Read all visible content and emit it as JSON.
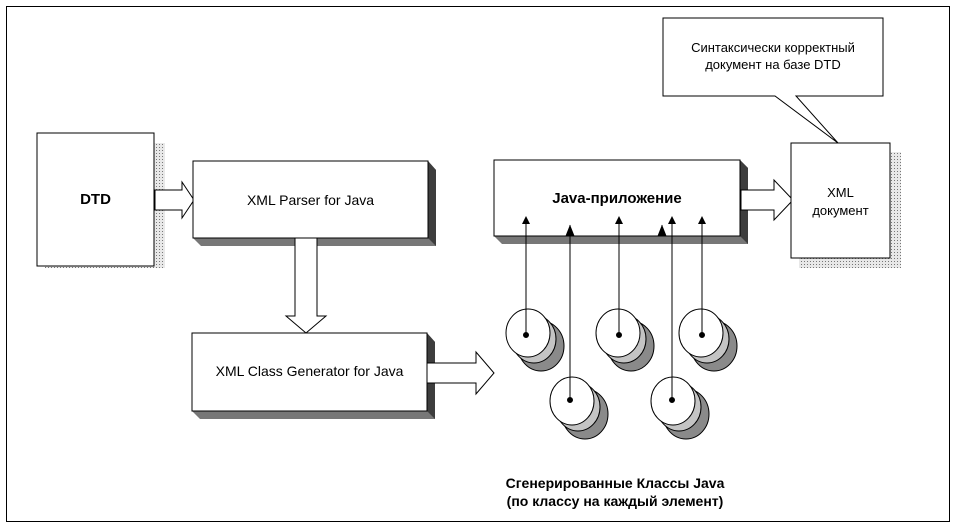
{
  "diagram": {
    "dtd_box": {
      "label": "DTD"
    },
    "parser_box": {
      "label": "XML Parser for Java"
    },
    "generator_box": {
      "label": "XML Class Generator for Java"
    },
    "java_app_box": {
      "label": "Java-приложение"
    },
    "xml_doc_box": {
      "line1": "XML",
      "line2": "документ"
    },
    "callout": {
      "line1": "Синтаксически корректный",
      "line2": "документ на базе DTD"
    },
    "classes_caption": {
      "line1": "Сгенерированные Классы Java",
      "line2": "(по классу на каждый элемент)"
    }
  }
}
